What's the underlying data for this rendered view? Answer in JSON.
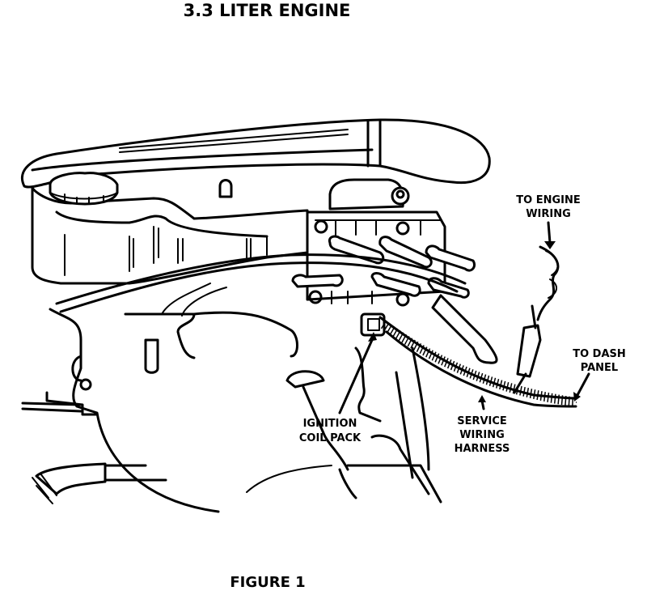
{
  "title": "3.3 LITER ENGINE",
  "caption": "FIGURE 1",
  "colors": {
    "ink": "#000000",
    "background": "#ffffff"
  },
  "callouts": {
    "to_engine_wiring": [
      "TO ENGINE",
      "WIRING"
    ],
    "to_dash_panel": [
      "TO DASH",
      "PANEL"
    ],
    "ignition_coil_pack": [
      "IGNITION",
      "COIL PACK"
    ],
    "service_wiring_harness": [
      "SERVICE",
      "WIRING",
      "HARNESS"
    ]
  }
}
